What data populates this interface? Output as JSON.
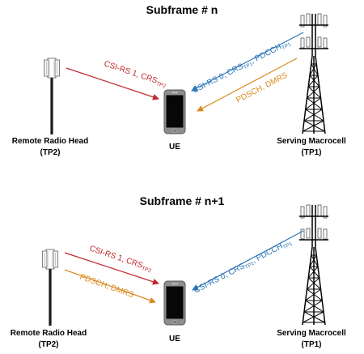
{
  "colors": {
    "red": "#c0282d",
    "blue": "#2a73b6",
    "orange": "#d98a1f"
  },
  "subframes": [
    {
      "title": "Subframe # n",
      "labels": {
        "rrh": [
          "Remote Radio Head",
          "(TP2)"
        ],
        "ue": "UE",
        "macro": [
          "Serving Macrocell",
          "(TP1)"
        ]
      },
      "signals": {
        "red": {
          "main": "CSI-RS 1, CRS",
          "sub": "TP2"
        },
        "blue": {
          "pre": "CSI-RS 0, CRS",
          "sub1": "TP1",
          "mid": ", PDCCH",
          "sub2": "TP1"
        },
        "orange": {
          "main": "PDSCH, DMRS"
        }
      }
    },
    {
      "title": "Subframe # n+1",
      "labels": {
        "rrh": [
          "Remote Radio Head",
          "(TP2)"
        ],
        "ue": "UE",
        "macro": [
          "Serving Macrocell",
          "(TP1)"
        ]
      },
      "signals": {
        "red": {
          "main": "CSI-RS 1, CRS",
          "sub": "TP2"
        },
        "orange": {
          "main": "PDSCH, DMRS"
        },
        "blue": {
          "pre": "CSI-RS 0, CRS",
          "sub1": "TP1",
          "mid": ", PDCCH",
          "sub2": "TP1"
        }
      }
    }
  ]
}
